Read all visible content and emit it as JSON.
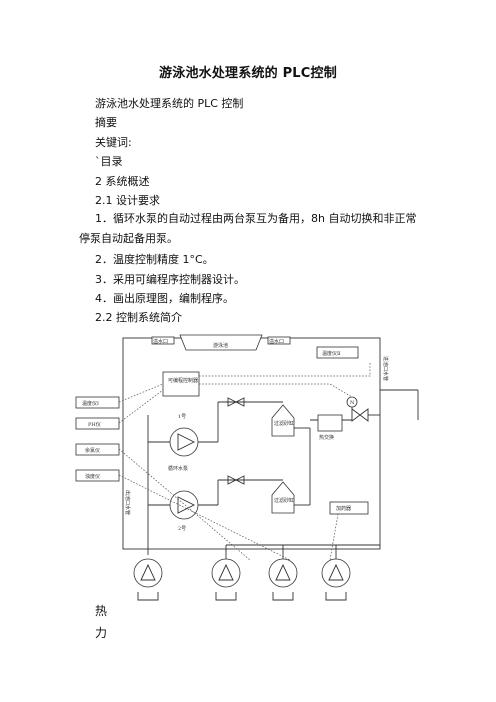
{
  "document": {
    "title": "游泳池水处理系统的 PLC控制",
    "subtitle": "游泳池水处理系统的 PLC 控制",
    "abstract_label": "摘要",
    "keywords_label": "关键词:",
    "toc_label": "`目录",
    "section_2": "2 系统概述",
    "section_2_1": "2.1 设计要求",
    "req_1": "1．循环水泵的自动过程由两台泵互为备用，8h 自动切换和非正常停泵自动起备用泵。",
    "req_2": "2．温度控制精度 1°C。",
    "req_3": "3．采用可编程序控制器设计。",
    "req_4": "4．画出原理图，编制程序。",
    "section_2_2": "2.2 控制系统简介",
    "trailing_1": "热",
    "trailing_2": "力"
  },
  "diagram": {
    "overflow_1": "溢水口",
    "overflow_2": "溢水口",
    "pool": "游泳池",
    "thermometer_2": "温度仪Ⅱ",
    "thermometer_1": "温度仪Ⅰ",
    "ph_meter": "PH仪",
    "chlorine_meter": "余氯仪",
    "turbidity_meter": "浊度仪",
    "plc": "可编程控制器",
    "pump_1": "1号",
    "pump_2": "2号",
    "circulation_pump": "循环水泵",
    "filter_1": "过滤砂缸",
    "filter_2": "过滤砂缸",
    "heat_exchanger": "热交换",
    "dosing_device": "加药器",
    "valve_n": "N",
    "return_pipe": "进池口水管",
    "outlet_pipe": "出池口水管"
  }
}
